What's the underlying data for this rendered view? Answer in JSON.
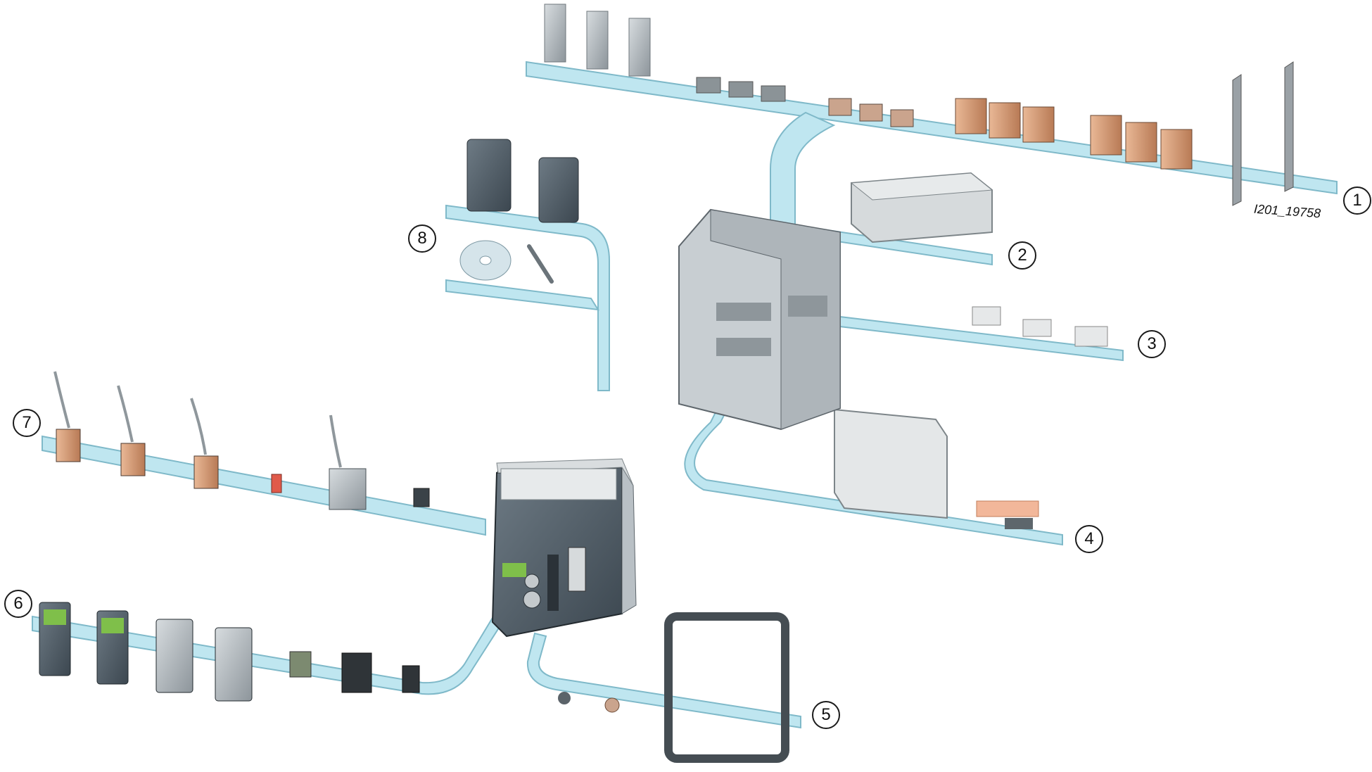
{
  "diagram": {
    "drawing_id": "I201_19758",
    "callouts": [
      "1",
      "2",
      "3",
      "4",
      "5",
      "6",
      "7",
      "8"
    ]
  },
  "colors": {
    "rail_fill": "#bfe6f0",
    "rail_edge": "#7fb9c9",
    "metal": "#9aa1a6",
    "metal_dark": "#5e666c",
    "copper": "#d39a74",
    "panel_dark": "#4d5a64",
    "display": "#7fbf4a"
  }
}
